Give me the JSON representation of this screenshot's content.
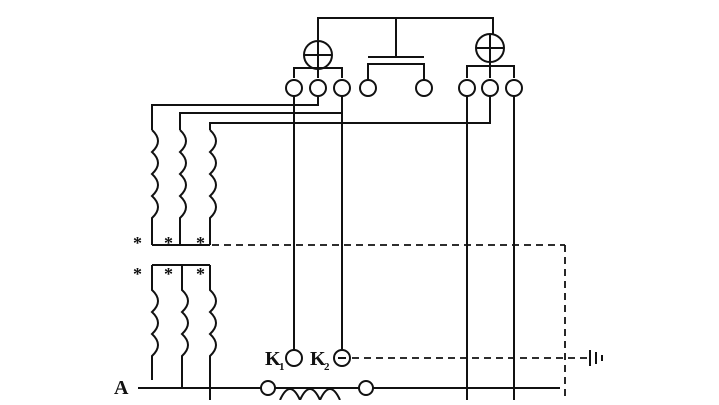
{
  "diagram": {
    "polarity_marks": [
      "*",
      "*",
      "*",
      "*",
      "*",
      "*"
    ],
    "labels": {
      "phase": "A",
      "k1_main": "K",
      "k1_sub": "1",
      "k2_main": "K",
      "k2_sub": "2"
    },
    "icons": {
      "meter_left": "crossed-circle-meter-icon",
      "meter_right": "crossed-circle-meter-icon",
      "ground": "ground-icon"
    }
  }
}
